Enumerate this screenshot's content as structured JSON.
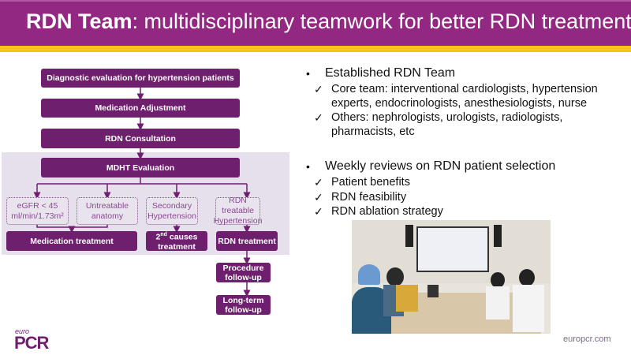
{
  "header": {
    "title_bold": "RDN Team",
    "title_rest": ": multidisciplinary teamwork for better RDN treatment"
  },
  "flow": {
    "diagnostic": "Diagnostic evaluation for hypertension patients",
    "medication_adjustment": "Medication Adjustment",
    "rdn_consultation": "RDN Consultation",
    "mdht": "MDHT Evaluation",
    "egfr": "eGFR < 45 ml/min/1.73m²",
    "untreatable": "Untreatable anatomy",
    "secondary": "Secondary Hypertension",
    "rdn_treatable": "RDN treatable Hypertension",
    "medication_treatment": "Medication treatment",
    "second_causes_sup": "nd",
    "second_causes_pre": "2",
    "second_causes_post": " causes treatment",
    "rdn_treatment": "RDN treatment",
    "procedure": "Procedure follow-up",
    "longterm": "Long-term follow-up"
  },
  "bullets": [
    {
      "text": "Established RDN Team",
      "items": [
        "Core team: interventional cardiologists, hypertension experts, endocrinologists, anesthesiologists, nurse",
        "Others: nephrologists, urologists, radiologists, pharmacists, etc"
      ]
    },
    {
      "text": "Weekly reviews on RDN patient selection",
      "items": [
        "Patient benefits",
        "RDN feasibility",
        "RDN ablation strategy"
      ]
    }
  ],
  "bullet_glyph": "•",
  "check_glyph": "✓",
  "footer": {
    "logo_small": "euro",
    "logo_big": "PCR",
    "site": "europcr.com"
  },
  "colors": {
    "header": "#922882",
    "band": "#f5c518",
    "box": "#6e1f6e"
  }
}
